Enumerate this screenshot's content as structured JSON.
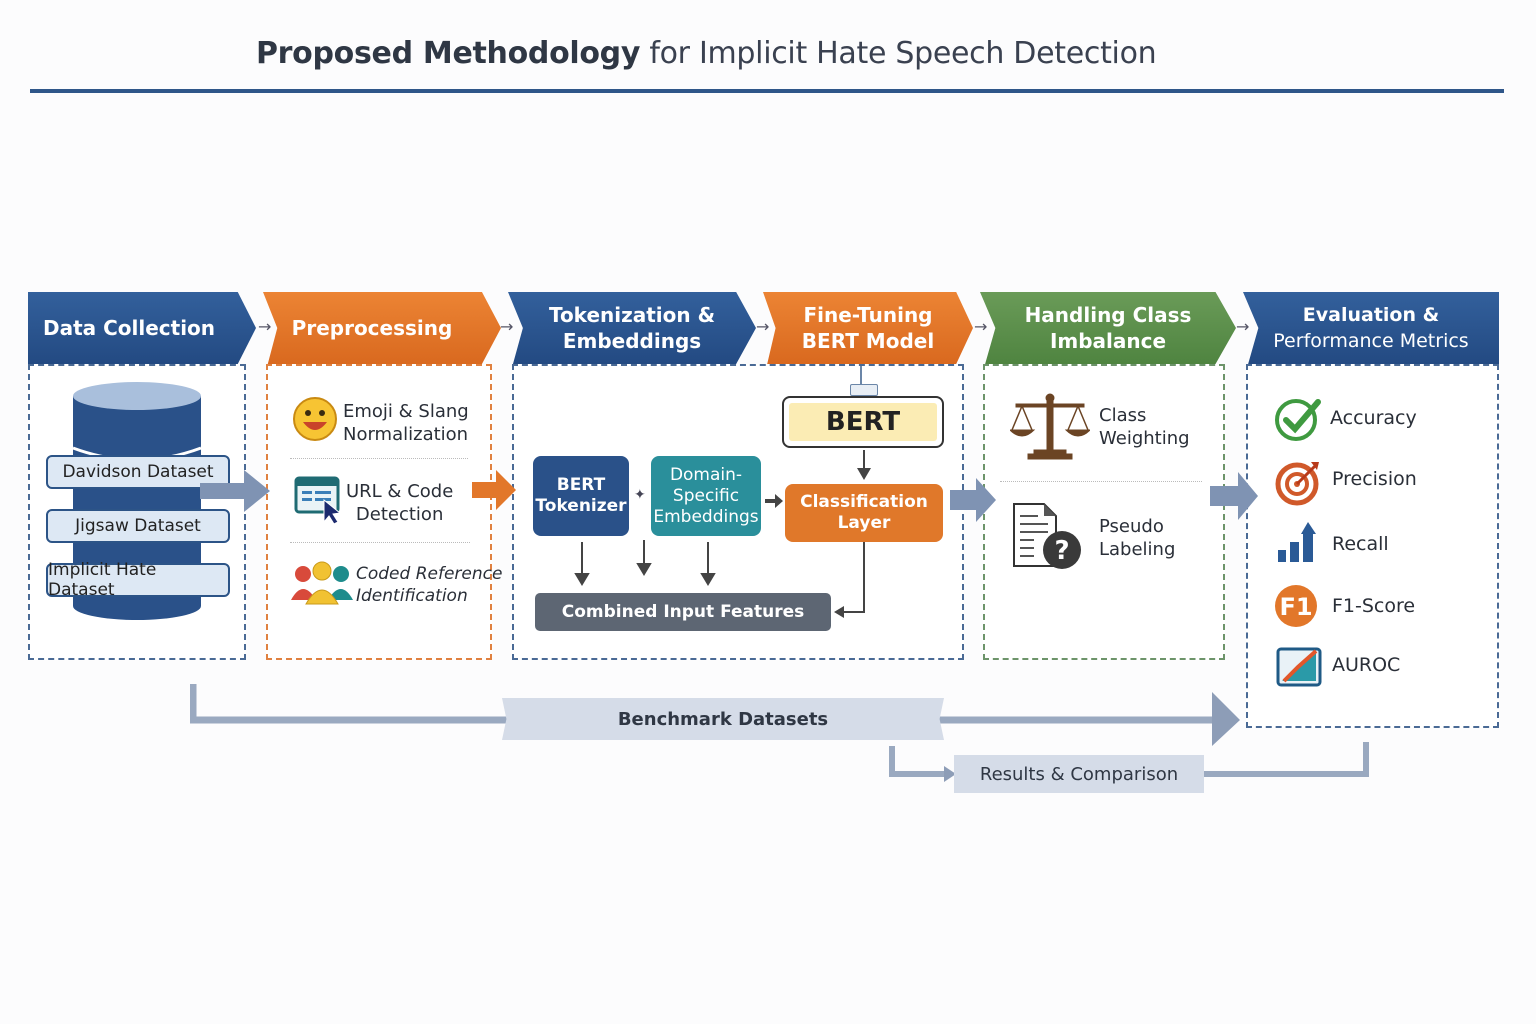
{
  "title": {
    "bold": "Proposed Methodology",
    "rest": " for Implicit Hate Speech Detection"
  },
  "stages": [
    {
      "label_lines": [
        "Data Collection"
      ],
      "color": "#2a5189"
    },
    {
      "label_lines": [
        "Preprocessing"
      ],
      "color": "#e2772a"
    },
    {
      "label_lines": [
        "Tokenization &",
        "Embeddings"
      ],
      "color": "#2a5189"
    },
    {
      "label_lines": [
        "Fine-Tuning",
        "BERT Model"
      ],
      "color": "#e2772a"
    },
    {
      "label_lines": [
        "Handling Class",
        "Imbalance"
      ],
      "color": "#5a8d4a"
    },
    {
      "label_lines": [
        "Evaluation &",
        "Performance Metrics"
      ],
      "color": "#2a5189"
    }
  ],
  "datasets": [
    "Davidson Dataset",
    "Jigsaw Dataset",
    "Implicit Hate Dataset"
  ],
  "preprocessing": [
    {
      "icon": "smiley-emoji-icon",
      "lines": [
        "Emoji & Slang",
        "Normalization"
      ]
    },
    {
      "icon": "browser-cursor-icon",
      "lines": [
        "URL & Code",
        "Detection"
      ]
    },
    {
      "icon": "people-group-icon",
      "lines": [
        "Coded Reference",
        "Identification"
      ]
    }
  ],
  "tokenization": {
    "tokenizer_lines": [
      "BERT",
      "Tokenizer"
    ],
    "embeddings_lines": [
      "Domain-",
      "Specific",
      "Embeddings"
    ],
    "combined": "Combined Input Features"
  },
  "finetuning": {
    "bert": "BERT",
    "classification_lines": [
      "Classification",
      "Layer"
    ]
  },
  "imbalance": [
    {
      "icon": "balance-scale-icon",
      "lines": [
        "Class",
        "Weighting"
      ]
    },
    {
      "icon": "document-question-icon",
      "lines": [
        "Pseudo",
        "Labeling"
      ]
    }
  ],
  "metrics": [
    {
      "icon": "checkmark-circle-icon",
      "label": "Accuracy"
    },
    {
      "icon": "target-icon",
      "label": "Precision"
    },
    {
      "icon": "bar-chart-up-icon",
      "label": "Recall"
    },
    {
      "icon": "f1-badge-icon",
      "label": "F1-Score"
    },
    {
      "icon": "roc-curve-icon",
      "label": "AUROC"
    }
  ],
  "bottom": {
    "benchmark": "Benchmark Datasets",
    "results": "Results & Comparison"
  }
}
